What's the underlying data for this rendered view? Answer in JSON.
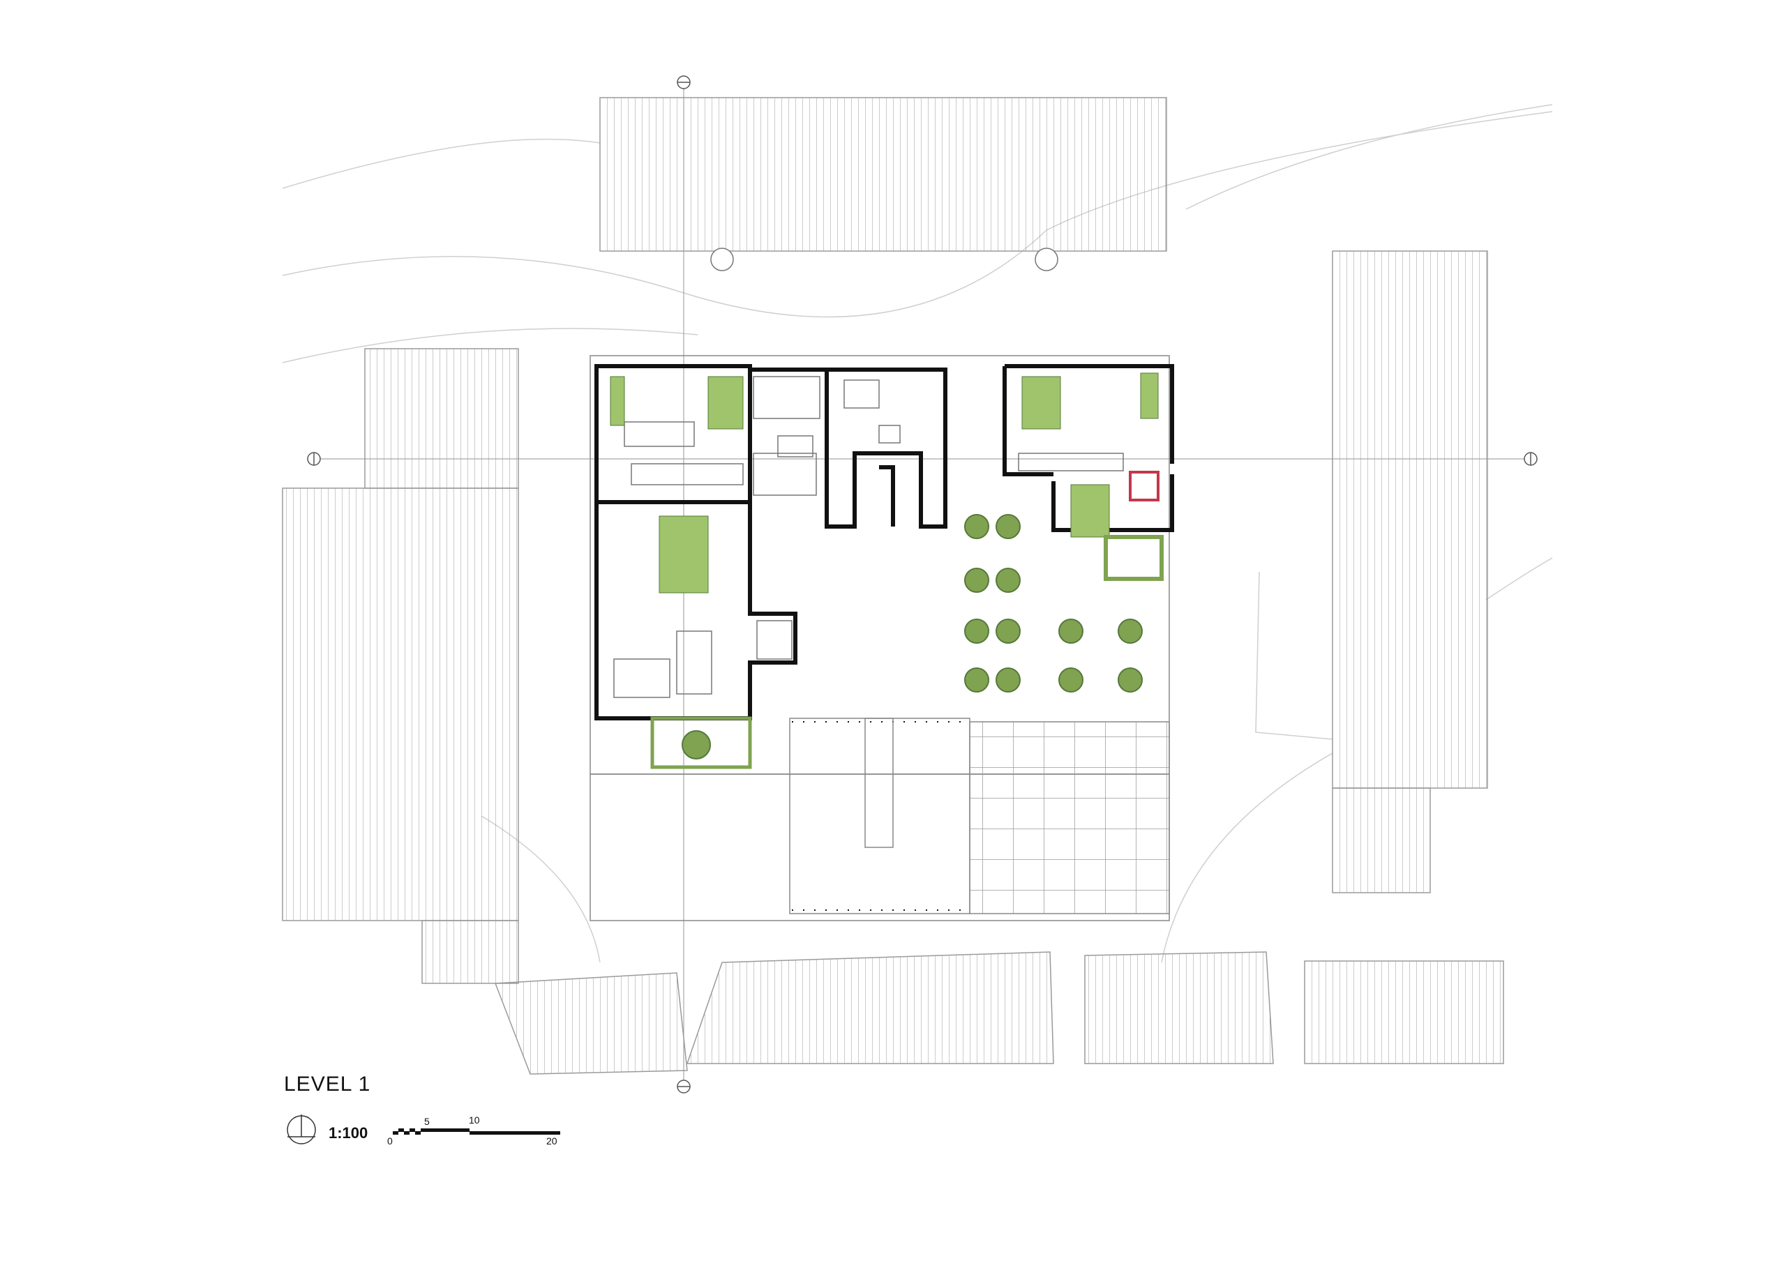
{
  "drawing": {
    "title": "LEVEL 1",
    "scale": "1:100",
    "scale_bar": {
      "ticks": [
        "0",
        "5",
        "10",
        "20"
      ]
    }
  },
  "colors": {
    "line": "#8a8a8a",
    "wall": "#111111",
    "tree": "#7fa350",
    "tree_dark": "#56783a",
    "plant": "#9fc46c",
    "accent": "#c0394a"
  },
  "icons": {
    "north_arrow": "north-arrow-icon",
    "tree": "tree-icon"
  }
}
